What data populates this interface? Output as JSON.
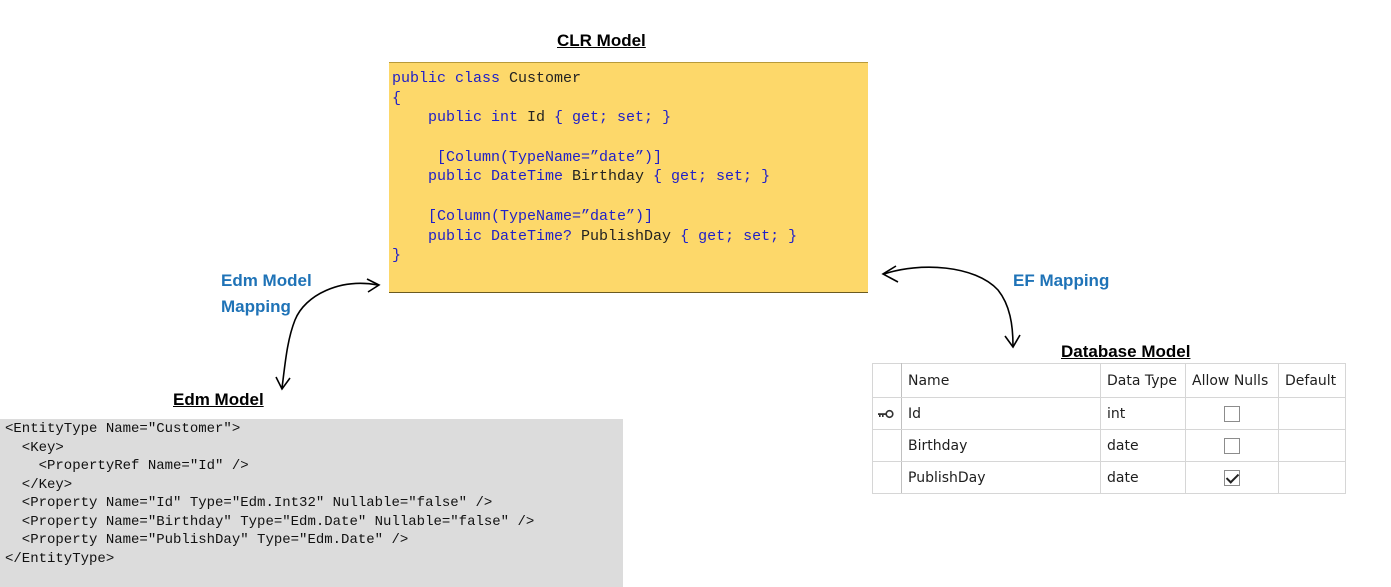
{
  "clr": {
    "heading": "CLR Model",
    "lines": [
      [
        {
          "t": "public class ",
          "c": "kw"
        },
        {
          "t": "Customer",
          "c": ""
        }
      ],
      [
        {
          "t": "{",
          "c": "kw"
        }
      ],
      [
        {
          "t": "    public int ",
          "c": "kw"
        },
        {
          "t": "Id ",
          "c": ""
        },
        {
          "t": "{ get; set; }",
          "c": "kw"
        }
      ],
      [],
      [
        {
          "t": "     [Column(TypeName=”date”)]",
          "c": "attr"
        }
      ],
      [
        {
          "t": "    public DateTime ",
          "c": "kw"
        },
        {
          "t": "Birthday ",
          "c": ""
        },
        {
          "t": "{ get; set; }",
          "c": "kw"
        }
      ],
      [],
      [
        {
          "t": "    [Column(TypeName=”date”)]",
          "c": "attr"
        }
      ],
      [
        {
          "t": "    public DateTime? ",
          "c": "kw"
        },
        {
          "t": "PublishDay ",
          "c": ""
        },
        {
          "t": "{ get; set; }",
          "c": "kw"
        }
      ],
      [
        {
          "t": "}",
          "c": "kw"
        }
      ]
    ]
  },
  "edm": {
    "heading": "Edm Model",
    "lines": [
      "<EntityType Name=\"Customer\">",
      "  <Key>",
      "    <PropertyRef Name=\"Id\" />",
      "  </Key>",
      "  <Property Name=\"Id\" Type=\"Edm.Int32\" Nullable=\"false\" />",
      "  <Property Name=\"Birthday\" Type=\"Edm.Date\" Nullable=\"false\" />",
      "  <Property Name=\"PublishDay\" Type=\"Edm.Date\" />",
      "</EntityType>"
    ]
  },
  "db": {
    "heading": "Database Model",
    "columns": [
      "Name",
      "Data Type",
      "Allow Nulls",
      "Default"
    ],
    "rows": [
      {
        "key": true,
        "name": "Id",
        "type": "int",
        "allow_nulls": false
      },
      {
        "key": false,
        "name": "Birthday",
        "type": "date",
        "allow_nulls": false
      },
      {
        "key": false,
        "name": "PublishDay",
        "type": "date",
        "allow_nulls": true
      }
    ]
  },
  "labels": {
    "edm_mapping": [
      "Edm Model",
      "Mapping"
    ],
    "ef_mapping": "EF Mapping"
  },
  "icons": [
    "key-icon",
    "checkbox-icon",
    "arrow-icon"
  ],
  "colors": {
    "clr_background": "#fdd86a",
    "edm_background": "#dcdcdc",
    "label_blue": "#1f73b7",
    "code_keyword": "#2020c8"
  }
}
